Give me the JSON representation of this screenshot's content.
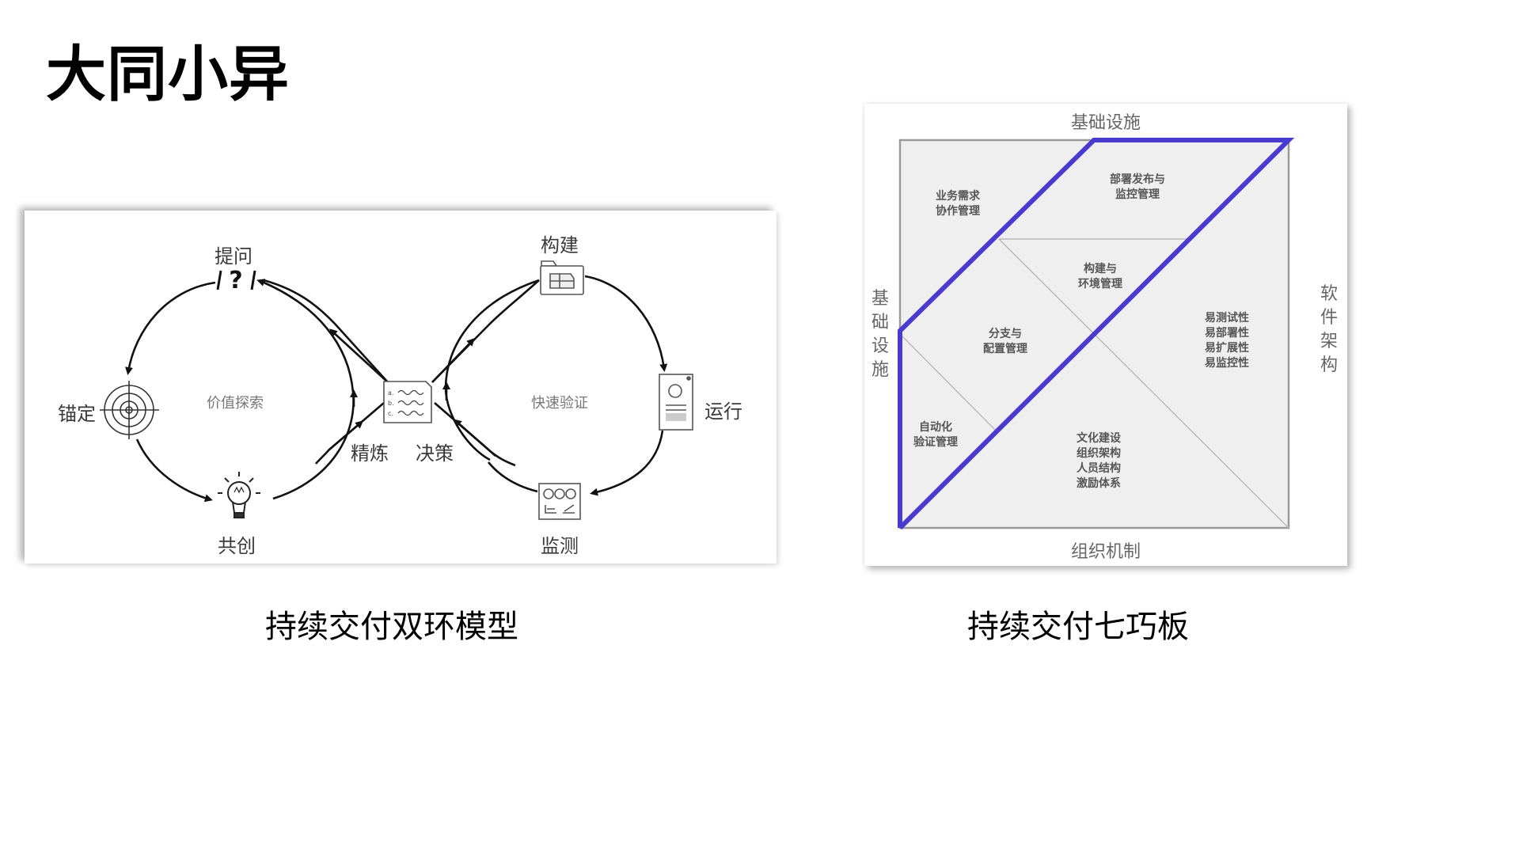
{
  "slide": {
    "title": "大同小异"
  },
  "left_figure": {
    "caption": "持续交付双环模型",
    "left_loop": {
      "center_label": "价值探索",
      "nodes": [
        {
          "label": "提问",
          "icon": "question-mark-icon"
        },
        {
          "label": "锚定",
          "icon": "target-icon"
        },
        {
          "label": "共创",
          "icon": "lightbulb-icon"
        }
      ]
    },
    "right_loop": {
      "center_label": "快速验证",
      "nodes": [
        {
          "label": "构建",
          "icon": "folder-build-icon"
        },
        {
          "label": "运行",
          "icon": "device-run-icon"
        },
        {
          "label": "监测",
          "icon": "monitor-dashboard-icon"
        }
      ]
    },
    "bridge": {
      "icon": "decision-list-icon",
      "left_label": "精炼",
      "right_label": "决策"
    }
  },
  "right_figure": {
    "caption": "持续交付七巧板",
    "axes": {
      "top": "基础设施",
      "bottom": "组织机制",
      "left": "基础设施",
      "right": "软件架构"
    },
    "pieces": [
      {
        "id": "business",
        "text": "业务需求\n协作管理"
      },
      {
        "id": "deploy",
        "text": "部署发布与\n监控管理"
      },
      {
        "id": "build",
        "text": "构建与\n环境管理"
      },
      {
        "id": "branch",
        "text": "分支与\n配置管理"
      },
      {
        "id": "architecture",
        "text": "易测试性\n易部署性\n易扩展性\n易监控性"
      },
      {
        "id": "automation",
        "text": "自动化\n验证管理"
      },
      {
        "id": "organization",
        "text": "文化建设\n组织架构\n人员结构\n激励体系"
      }
    ],
    "highlight_color": "#4a3bd0"
  }
}
